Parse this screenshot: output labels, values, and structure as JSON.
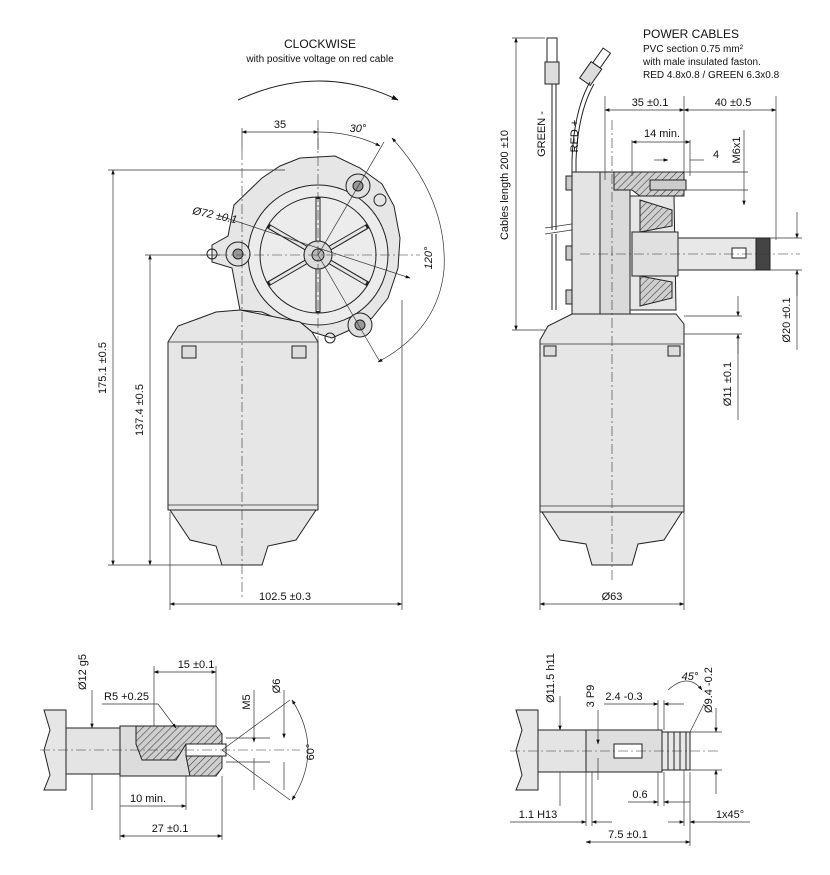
{
  "rotation": {
    "title": "CLOCKWISE",
    "subtitle": "with positive voltage on red cable"
  },
  "power_cables": {
    "title": "POWER CABLES",
    "line1": "PVC section 0.75 mm²",
    "line2": "with male insulated faston.",
    "line3": "RED 4.8x0.8 / GREEN 6.3x0.8"
  },
  "front_view": {
    "dim_35": "35",
    "angle_30": "30°",
    "dia_72": "Ø72 ±0.1",
    "angle_120": "120°",
    "height_175": "175.1 ±0.5",
    "height_137": "137.4 ±0.5",
    "width_102": "102.5 ±0.3"
  },
  "side_view": {
    "green_label": "GREEN -",
    "red_label": "RED +",
    "cables_length": "Cables length 200 ±10",
    "dim_35": "35 ±0.1",
    "dim_40": "40 ±0.5",
    "dim_14": "14 min.",
    "dim_4": "4",
    "thread_m6": "M6x1",
    "dia_20": "Ø20 ±0.1",
    "dia_11": "Ø11 ±0.1",
    "dia_63": "Ø63"
  },
  "shaft_a": {
    "dia_12": "Ø12 g5",
    "dim_15": "15 ±0.1",
    "thread_m5": "M5",
    "dia_6": "Ø6",
    "radius": "R5 +0.25",
    "angle_60": "60°",
    "dim_10": "10 min.",
    "dim_27": "27 ±0.1"
  },
  "shaft_b": {
    "dia_115": "Ø11.5 h11",
    "key_3p9": "3 P9",
    "dim_24": "2.4 -0.3",
    "angle_45": "45°",
    "dia_94": "Ø9.4 -0.2",
    "dim_06": "0.6",
    "dim_11": "1.1 H13",
    "dim_75": "7.5 ±0.1",
    "chamfer": "1x45°"
  }
}
